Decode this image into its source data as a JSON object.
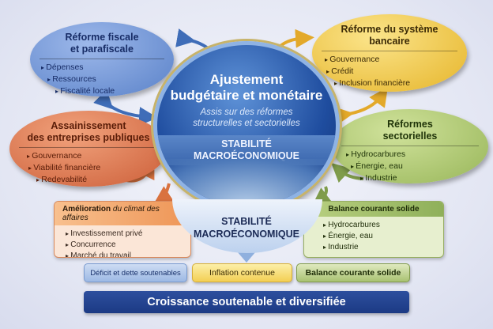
{
  "center": {
    "title_line1": "Ajustement",
    "title_line2": "budgétaire et monétaire",
    "subtitle_line1": "Assis sur  des réformes",
    "subtitle_line2": "structurelles et sectorielles",
    "band_line1": "STABILITÉ",
    "band_line2": "MACROÉCONOMIQUE"
  },
  "below_center": {
    "line1": "STABILITÉ",
    "line2": "MACROÉCONOMIQUE"
  },
  "fiscal": {
    "title_line1": "Réforme fiscale",
    "title_line2": "et parafiscale",
    "items": [
      "Dépenses",
      "Ressources",
      "Fiscalité locale"
    ]
  },
  "bancaire": {
    "title_line1": "Réforme du système",
    "title_line2": "bancaire",
    "items": [
      "Gouvernance",
      "Crédit",
      "Inclusion financière"
    ]
  },
  "entreprises": {
    "title_line1": "Assainissement",
    "title_line2": "des entreprises publiques",
    "items": [
      "Gouvernance",
      "Viabilité financière",
      "Redevabilité"
    ]
  },
  "sectorielles": {
    "title_line1": "Réformes",
    "title_line2": "sectorielles",
    "items": [
      "Hydrocarbures",
      "Énergie, eau",
      "Industrie"
    ]
  },
  "climat": {
    "header_a": "Amélioration ",
    "header_b": "du climat des affaires",
    "items": [
      "Investissement privé",
      "Concurrence",
      "Marché du travail"
    ]
  },
  "balance": {
    "header": "Balance courante solide",
    "items": [
      "Hydrocarbures",
      "Énergie, eau",
      "Industrie"
    ]
  },
  "outcomes": [
    "Déficit et dette soutenables",
    "Inflation contenue",
    "Balance courante solide"
  ],
  "goal": "Croissance soutenable et diversifiée",
  "colors": {
    "blue": "#5a82c9",
    "yellow": "#e6b52a",
    "orange": "#cc5e38",
    "green": "#98b659",
    "navy": "#1c3a84"
  }
}
